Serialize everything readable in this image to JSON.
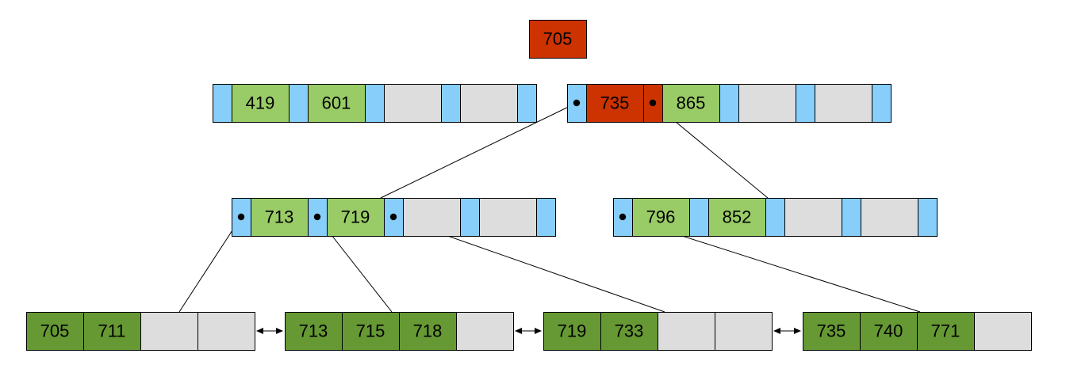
{
  "colors": {
    "pointer": "#87CEFA",
    "key_internal": "#99CC66",
    "key_leaf": "#669933",
    "empty": "#DDDDDD",
    "highlight": "#CC3300",
    "outline": "#000000"
  },
  "diagram": {
    "promoted": {
      "key": "705"
    },
    "root_left": {
      "keys": [
        "419",
        "601",
        "",
        ""
      ]
    },
    "root_right": {
      "keys": [
        "735",
        "865",
        "",
        ""
      ],
      "highlighted_key_index": 0
    },
    "internal_left": {
      "keys": [
        "713",
        "719",
        "",
        ""
      ]
    },
    "internal_right": {
      "keys": [
        "796",
        "852",
        "",
        ""
      ]
    },
    "leaves": [
      {
        "keys": [
          "705",
          "711",
          "",
          ""
        ]
      },
      {
        "keys": [
          "713",
          "715",
          "718",
          ""
        ]
      },
      {
        "keys": [
          "719",
          "733",
          "",
          ""
        ]
      },
      {
        "keys": [
          "735",
          "740",
          "771",
          ""
        ]
      }
    ]
  }
}
